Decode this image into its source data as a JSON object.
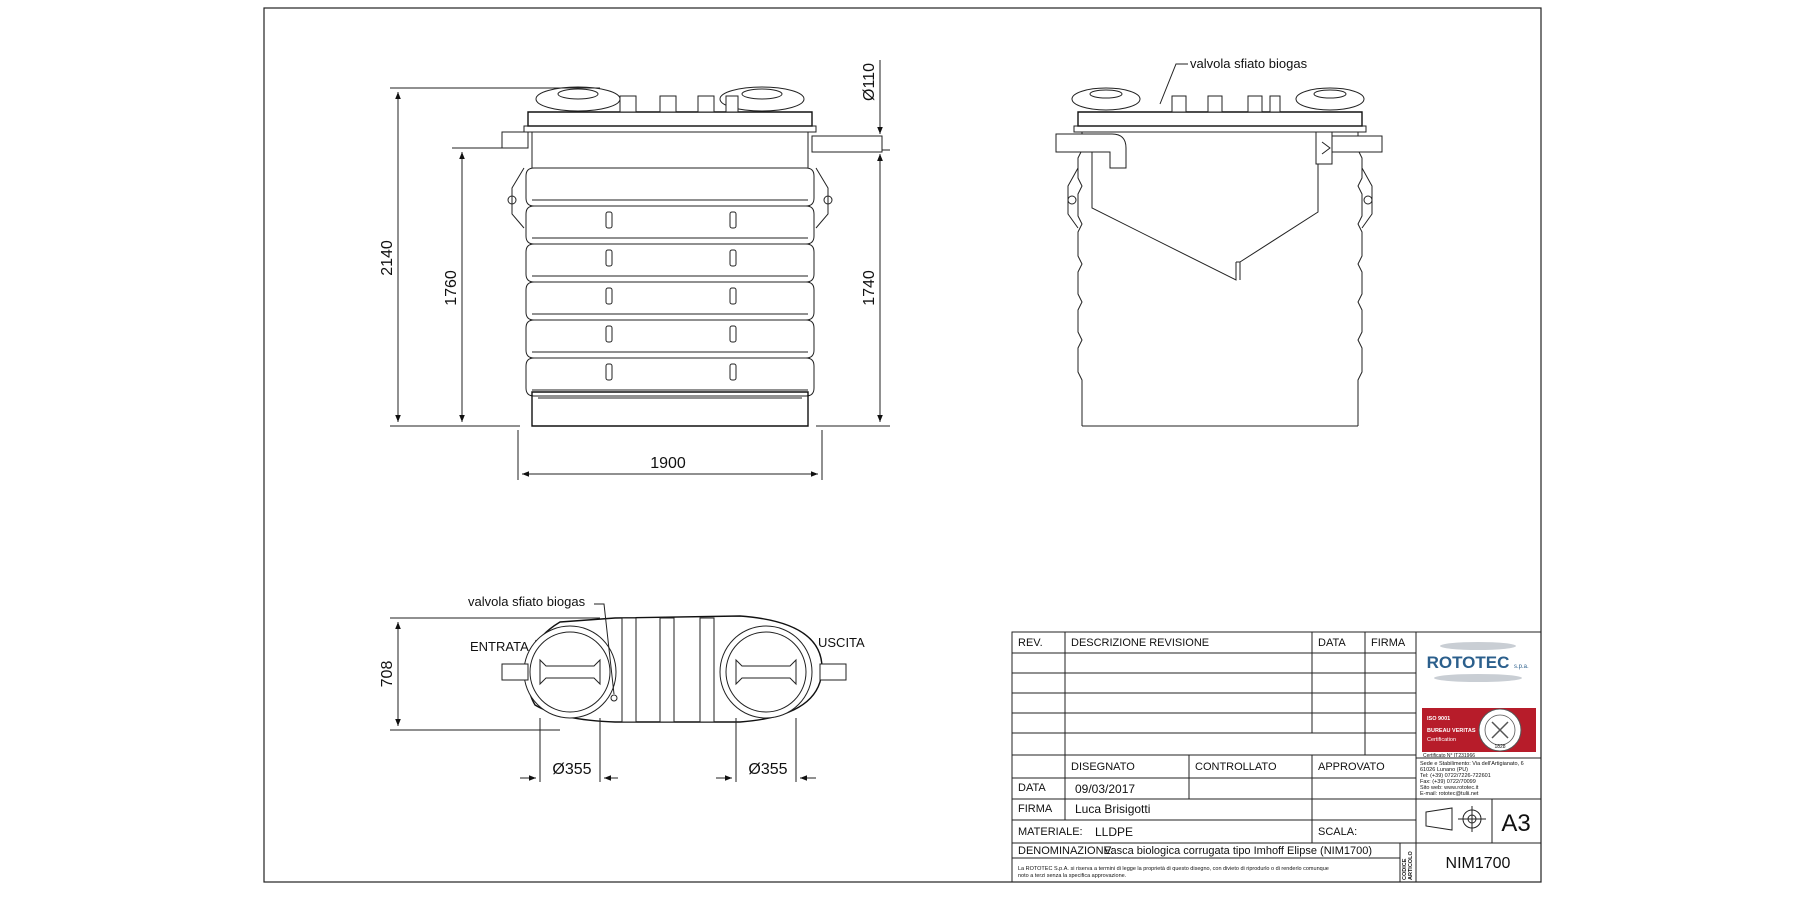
{
  "drawing": {
    "front_view": {
      "dim_total_height": "2140",
      "dim_inlet_height": "1760",
      "dim_outlet_height": "1740",
      "dim_width": "1900",
      "dim_pipe_diameter": "Ø110"
    },
    "side_view": {
      "vent_label": "valvola sfiato biogas"
    },
    "top_view": {
      "vent_label": "valvola sfiato biogas",
      "inlet_label": "ENTRATA",
      "outlet_label": "USCITA",
      "dim_depth": "708",
      "dim_manhole_left": "Ø355",
      "dim_manhole_right": "Ø355"
    }
  },
  "title_block": {
    "rev_header": "REV.",
    "desc_rev_header": "DESCRIZIONE REVISIONE",
    "data_header": "DATA",
    "firma_header": "FIRMA",
    "disegnato_label": "DISEGNATO",
    "controllato_label": "CONTROLLATO",
    "approvato_label": "APPROVATO",
    "data_label": "DATA",
    "data_value": "09/03/2017",
    "firma_label": "FIRMA",
    "firma_value": "Luca Brisigotti",
    "materiale_label": "MATERIALE:",
    "materiale_value": "LLDPE",
    "scala_label": "SCALA:",
    "denominazione_label": "DENOMINAZIONE:",
    "denominazione_value": "Vasca biologica corrugata tipo Imhoff Elipse (NIM1700)",
    "disclaimer_line1": "La ROTOTEC S.p.A. si riserva a termini di legge la proprietà di questo disegno, con divieto di riprodurlo o di renderlo comunque",
    "disclaimer_line2": "noto a terzi senza la specifica approvazione.",
    "codice_label_1": "CODICE",
    "codice_label_2": "ARTICOLO",
    "codice_value": "NIM1700",
    "format": "A3"
  },
  "company": {
    "logo_text": "ROTOTEC",
    "logo_suffix": "s.p.a.",
    "cert_iso": "ISO 9001",
    "cert_body": "BUREAU VERITAS",
    "cert_sub": "Certification",
    "cert_number": "Certificato N° IT231966",
    "seal_year": "1828",
    "address_1": "Sede e Stabilimento: Via dell'Artigianato, 6",
    "address_2": "61026 Lunano (PU)",
    "address_3": "Tel: (+39) 0722/7226-722601",
    "address_4": "Fax: (+39) 0722/70099",
    "address_5": "Sito web: www.rototec.it",
    "address_6": "E-mail: rototec@tulii.net",
    "brand_color": "#2b5f8c",
    "cert_color": "#b71c2a"
  }
}
